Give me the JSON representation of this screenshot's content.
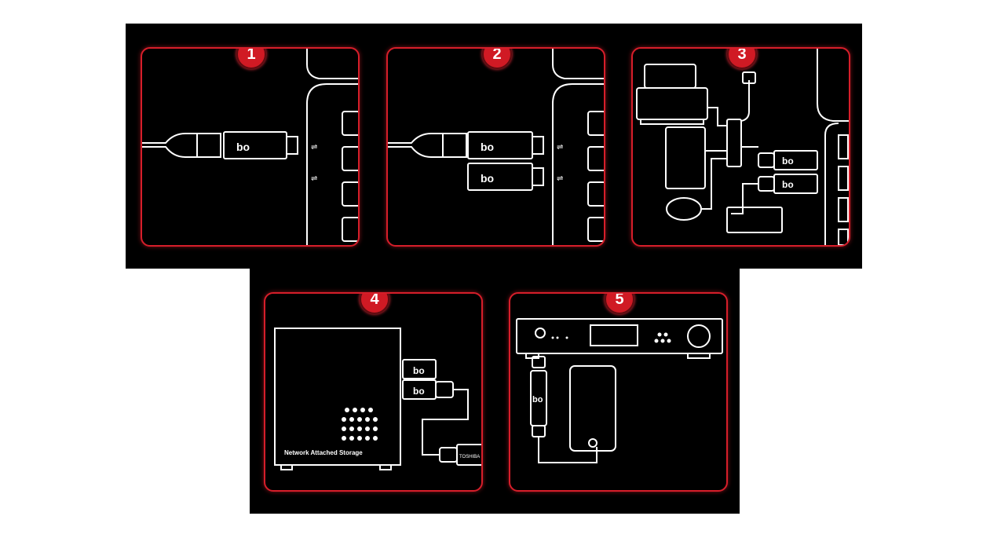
{
  "steps": [
    {
      "number": "1"
    },
    {
      "number": "2"
    },
    {
      "number": "3"
    },
    {
      "number": "4",
      "device_label": "Network Attached Storage",
      "drive_label": "TOSHIBA"
    },
    {
      "number": "5"
    }
  ],
  "adapter_logo": "bo",
  "colors": {
    "accent": "#d61e2a",
    "line": "#ffffff",
    "background": "#000000"
  }
}
